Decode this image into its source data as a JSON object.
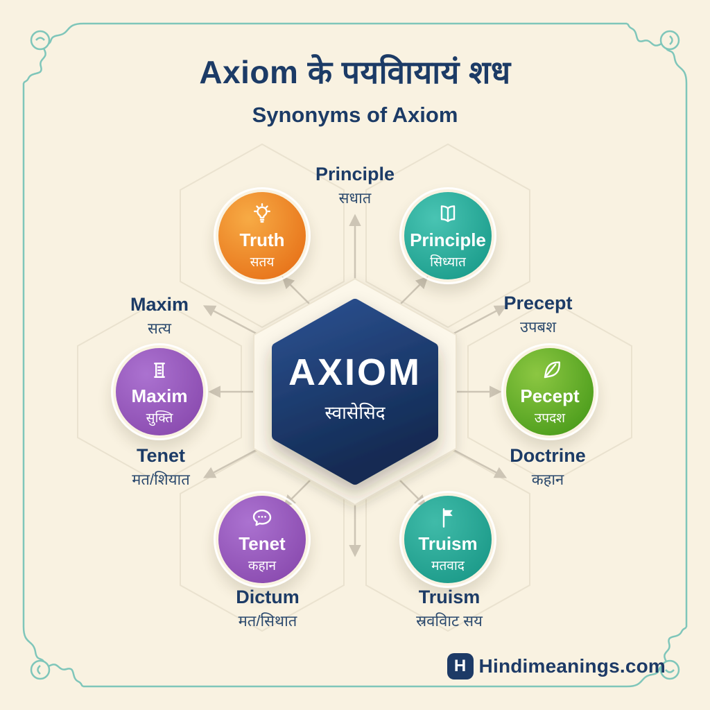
{
  "header": {
    "title": "Axiom के पयविायायं शध",
    "subtitle": "Synonyms of Axiom"
  },
  "center": {
    "label": "AXIOM",
    "hindi": "स्वासेसिद"
  },
  "nodes": [
    {
      "name": "truth",
      "label": "Truth",
      "hindi": "सतय",
      "icon": "lightbulb-icon",
      "color": "#ed8a22"
    },
    {
      "name": "principle",
      "label": "Principle",
      "hindi": "सिध्यात",
      "icon": "open-book-icon",
      "color": "#2bb1a0"
    },
    {
      "name": "maxim",
      "label": "Maxim",
      "hindi": "सुक्ति",
      "icon": "scroll-icon",
      "color": "#9a5fc1"
    },
    {
      "name": "pecept",
      "label": "Pecept",
      "hindi": "उपदश",
      "icon": "feather-icon",
      "color": "#66b32d"
    },
    {
      "name": "tenet",
      "label": "Tenet",
      "hindi": "कहान",
      "icon": "speech-bubble-icon",
      "color": "#9a5fc1"
    },
    {
      "name": "truism",
      "label": "Truism",
      "hindi": "मतवाद",
      "icon": "flag-icon",
      "color": "#2aa695"
    }
  ],
  "outer_labels": [
    {
      "name": "principle-top",
      "label": "Principle",
      "hindi": "सधात"
    },
    {
      "name": "maxim-left",
      "label": "Maxim",
      "hindi": "सत्य"
    },
    {
      "name": "precept-right",
      "label": "Precept",
      "hindi": "उपबश"
    },
    {
      "name": "tenet-left",
      "label": "Tenet",
      "hindi": "मत/शियात"
    },
    {
      "name": "doctrine-right",
      "label": "Doctrine",
      "hindi": "कहान"
    },
    {
      "name": "dictum-bottom",
      "label": "Dictum",
      "hindi": "मत/सिथात"
    },
    {
      "name": "truism-bottom",
      "label": "Truism",
      "hindi": "स्रवविाट सय"
    }
  ],
  "footer": {
    "badge": "H",
    "brand": "Hindimeanings.com"
  },
  "colors": {
    "background": "#f9f2e1",
    "navy_text": "#1c3b66",
    "hexagon_top": "#2c5191",
    "hexagon_bottom": "#122a52",
    "arrow": "#cdc5b5",
    "border_teal": "#7fc6ba",
    "faint_hex_outline": "#e8e0cd"
  }
}
